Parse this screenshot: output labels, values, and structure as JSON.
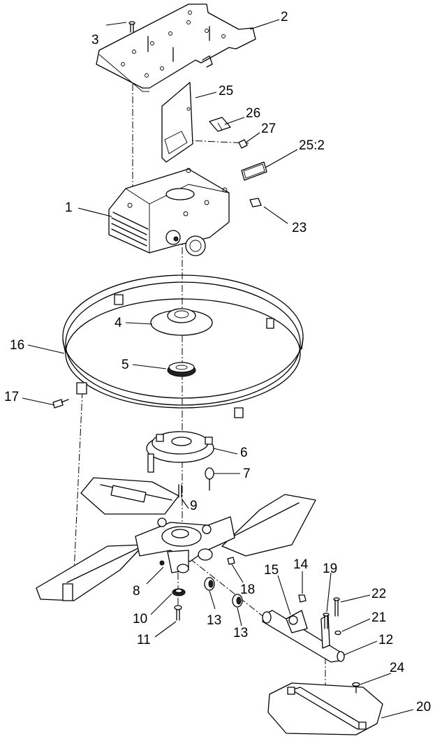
{
  "callouts": [
    {
      "id": "c1",
      "label": "1"
    },
    {
      "id": "c2",
      "label": "2"
    },
    {
      "id": "c3",
      "label": "3"
    },
    {
      "id": "c4",
      "label": "4"
    },
    {
      "id": "c5",
      "label": "5"
    },
    {
      "id": "c6",
      "label": "6"
    },
    {
      "id": "c7",
      "label": "7"
    },
    {
      "id": "c8",
      "label": "8"
    },
    {
      "id": "c9",
      "label": "9"
    },
    {
      "id": "c10",
      "label": "10"
    },
    {
      "id": "c11",
      "label": "11"
    },
    {
      "id": "c12",
      "label": "12"
    },
    {
      "id": "c13a",
      "label": "13"
    },
    {
      "id": "c13b",
      "label": "13"
    },
    {
      "id": "c14",
      "label": "14"
    },
    {
      "id": "c15",
      "label": "15"
    },
    {
      "id": "c16",
      "label": "16"
    },
    {
      "id": "c17",
      "label": "17"
    },
    {
      "id": "c18",
      "label": "18"
    },
    {
      "id": "c19",
      "label": "19"
    },
    {
      "id": "c20",
      "label": "20"
    },
    {
      "id": "c21",
      "label": "21"
    },
    {
      "id": "c22",
      "label": "22"
    },
    {
      "id": "c23",
      "label": "23"
    },
    {
      "id": "c24",
      "label": "24"
    },
    {
      "id": "c25",
      "label": "25"
    },
    {
      "id": "c25b",
      "label": "25:2"
    },
    {
      "id": "c26",
      "label": "26"
    },
    {
      "id": "c27",
      "label": "27"
    }
  ]
}
